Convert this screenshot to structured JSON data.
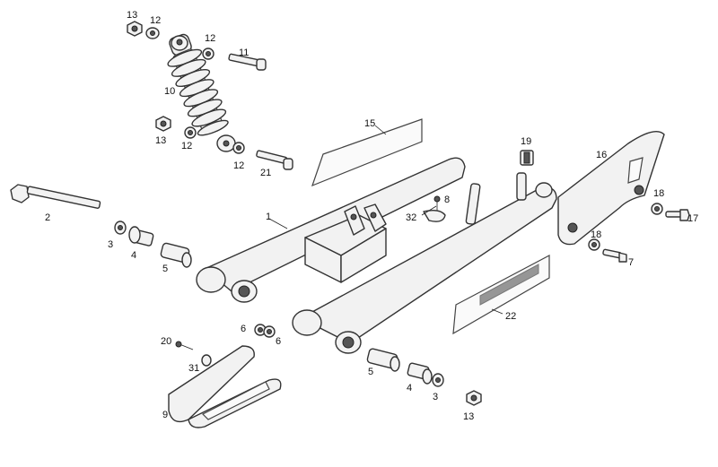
{
  "callouts": [
    {
      "id": "c13a",
      "text": "13"
    },
    {
      "id": "c12a",
      "text": "12"
    },
    {
      "id": "c12b",
      "text": "12"
    },
    {
      "id": "c11",
      "text": "11"
    },
    {
      "id": "c10",
      "text": "10"
    },
    {
      "id": "c13b",
      "text": "13"
    },
    {
      "id": "c12c",
      "text": "12"
    },
    {
      "id": "c12d",
      "text": "12"
    },
    {
      "id": "c21",
      "text": "21"
    },
    {
      "id": "c15",
      "text": "15"
    },
    {
      "id": "c19",
      "text": "19"
    },
    {
      "id": "c16",
      "text": "16"
    },
    {
      "id": "c2",
      "text": "2"
    },
    {
      "id": "c1",
      "text": "1"
    },
    {
      "id": "c8",
      "text": "8"
    },
    {
      "id": "c32",
      "text": "32"
    },
    {
      "id": "c18a",
      "text": "18"
    },
    {
      "id": "c17",
      "text": "17"
    },
    {
      "id": "c3a",
      "text": "3"
    },
    {
      "id": "c4a",
      "text": "4"
    },
    {
      "id": "c5a",
      "text": "5"
    },
    {
      "id": "c18b",
      "text": "18"
    },
    {
      "id": "c7",
      "text": "7"
    },
    {
      "id": "c22",
      "text": "22"
    },
    {
      "id": "c6a",
      "text": "6"
    },
    {
      "id": "c6b",
      "text": "6"
    },
    {
      "id": "c20",
      "text": "20"
    },
    {
      "id": "c31",
      "text": "31"
    },
    {
      "id": "c5b",
      "text": "5"
    },
    {
      "id": "c4b",
      "text": "4"
    },
    {
      "id": "c3b",
      "text": "3"
    },
    {
      "id": "c9",
      "text": "9"
    },
    {
      "id": "c13c",
      "text": "13"
    }
  ]
}
